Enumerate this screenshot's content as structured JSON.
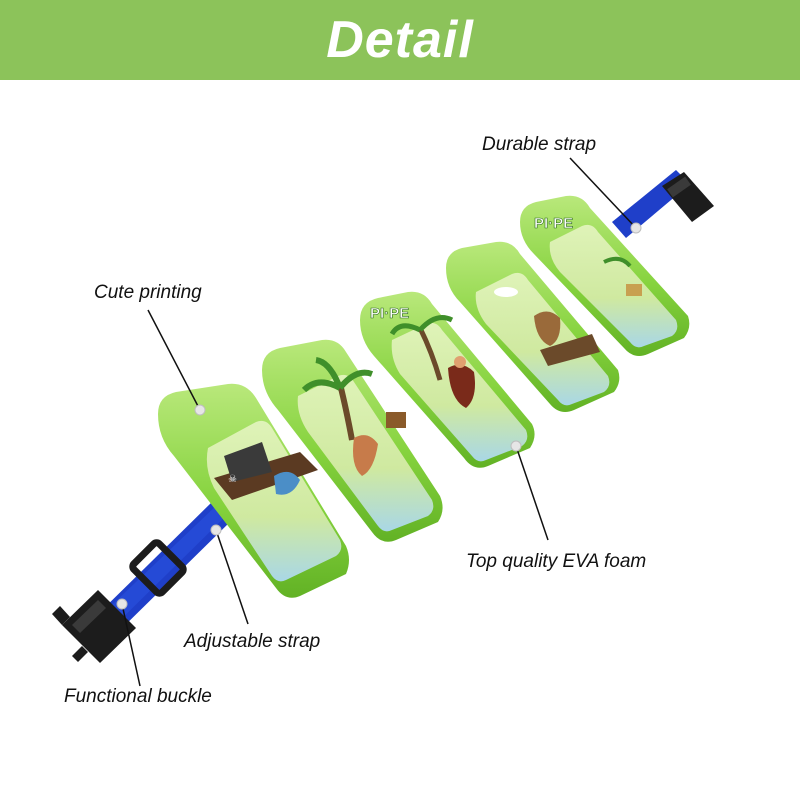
{
  "header": {
    "title": "Detail"
  },
  "colors": {
    "header_green": "#8cc35a",
    "foam_green": "#7fcf35",
    "foam_light": "#b9e87b",
    "strap_blue": "#1f3fc9",
    "buckle_black": "#1c1c1c"
  },
  "callouts": {
    "durable_strap": "Durable strap",
    "cute_printing": "Cute printing",
    "top_quality_foam": "Top quality EVA foam",
    "adjustable_strap": "Adjustable strap",
    "functional_buckle": "Functional buckle"
  },
  "brand": {
    "logo_text": "PI·PE"
  }
}
